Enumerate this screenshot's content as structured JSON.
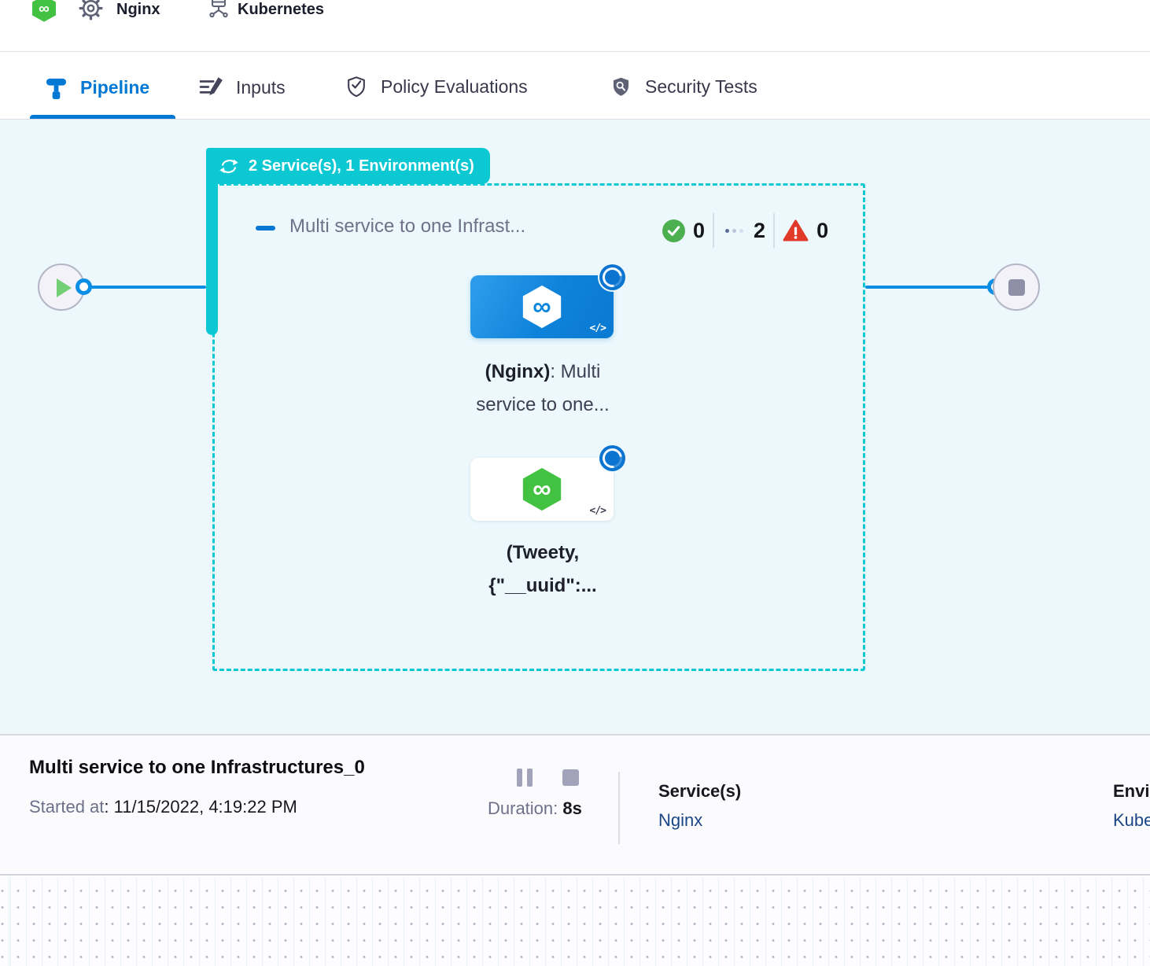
{
  "header": {
    "connector_name": "Nginx",
    "infra_name": "Kubernetes"
  },
  "tabs": {
    "pipeline": "Pipeline",
    "inputs": "Inputs",
    "policy": "Policy Evaluations",
    "security": "Security Tests"
  },
  "canvas": {
    "badge_label": "2 Service(s), 1 Environment(s)",
    "stage_title": "Multi service to one Infrast...",
    "counters": {
      "success": "0",
      "running": "2",
      "failed": "0"
    },
    "nodes": [
      {
        "name_bold": "(Nginx)",
        "name_rest": ": Multi",
        "line2": "service to one..."
      },
      {
        "line1": "(Tweety,",
        "line2": "{\"__uuid\":..."
      }
    ]
  },
  "footer": {
    "title": "Multi service to one Infrastructures_0",
    "started_label": "Started at",
    "started_value": ": 11/15/2022, 4:19:22 PM",
    "duration_label": "Duration: ",
    "duration_value": "8s",
    "services_label": "Service(s)",
    "services_value": "Nginx",
    "environments_label": "Environment(s)",
    "environments_value": "Kubernetes"
  },
  "icons": {
    "infinity_glyph": "∞",
    "code_glyph": "</>"
  },
  "colors": {
    "teal": "#0bc8d2",
    "primary_blue": "#0278d5",
    "edge_blue": "#0b8ee4",
    "canvas_bg": "#ecf8fc",
    "harness_green": "#43c242",
    "success_green": "#4caf50",
    "error_red": "#e23a28",
    "link_navy": "#1b4584",
    "muted_gray": "#6e7089"
  }
}
